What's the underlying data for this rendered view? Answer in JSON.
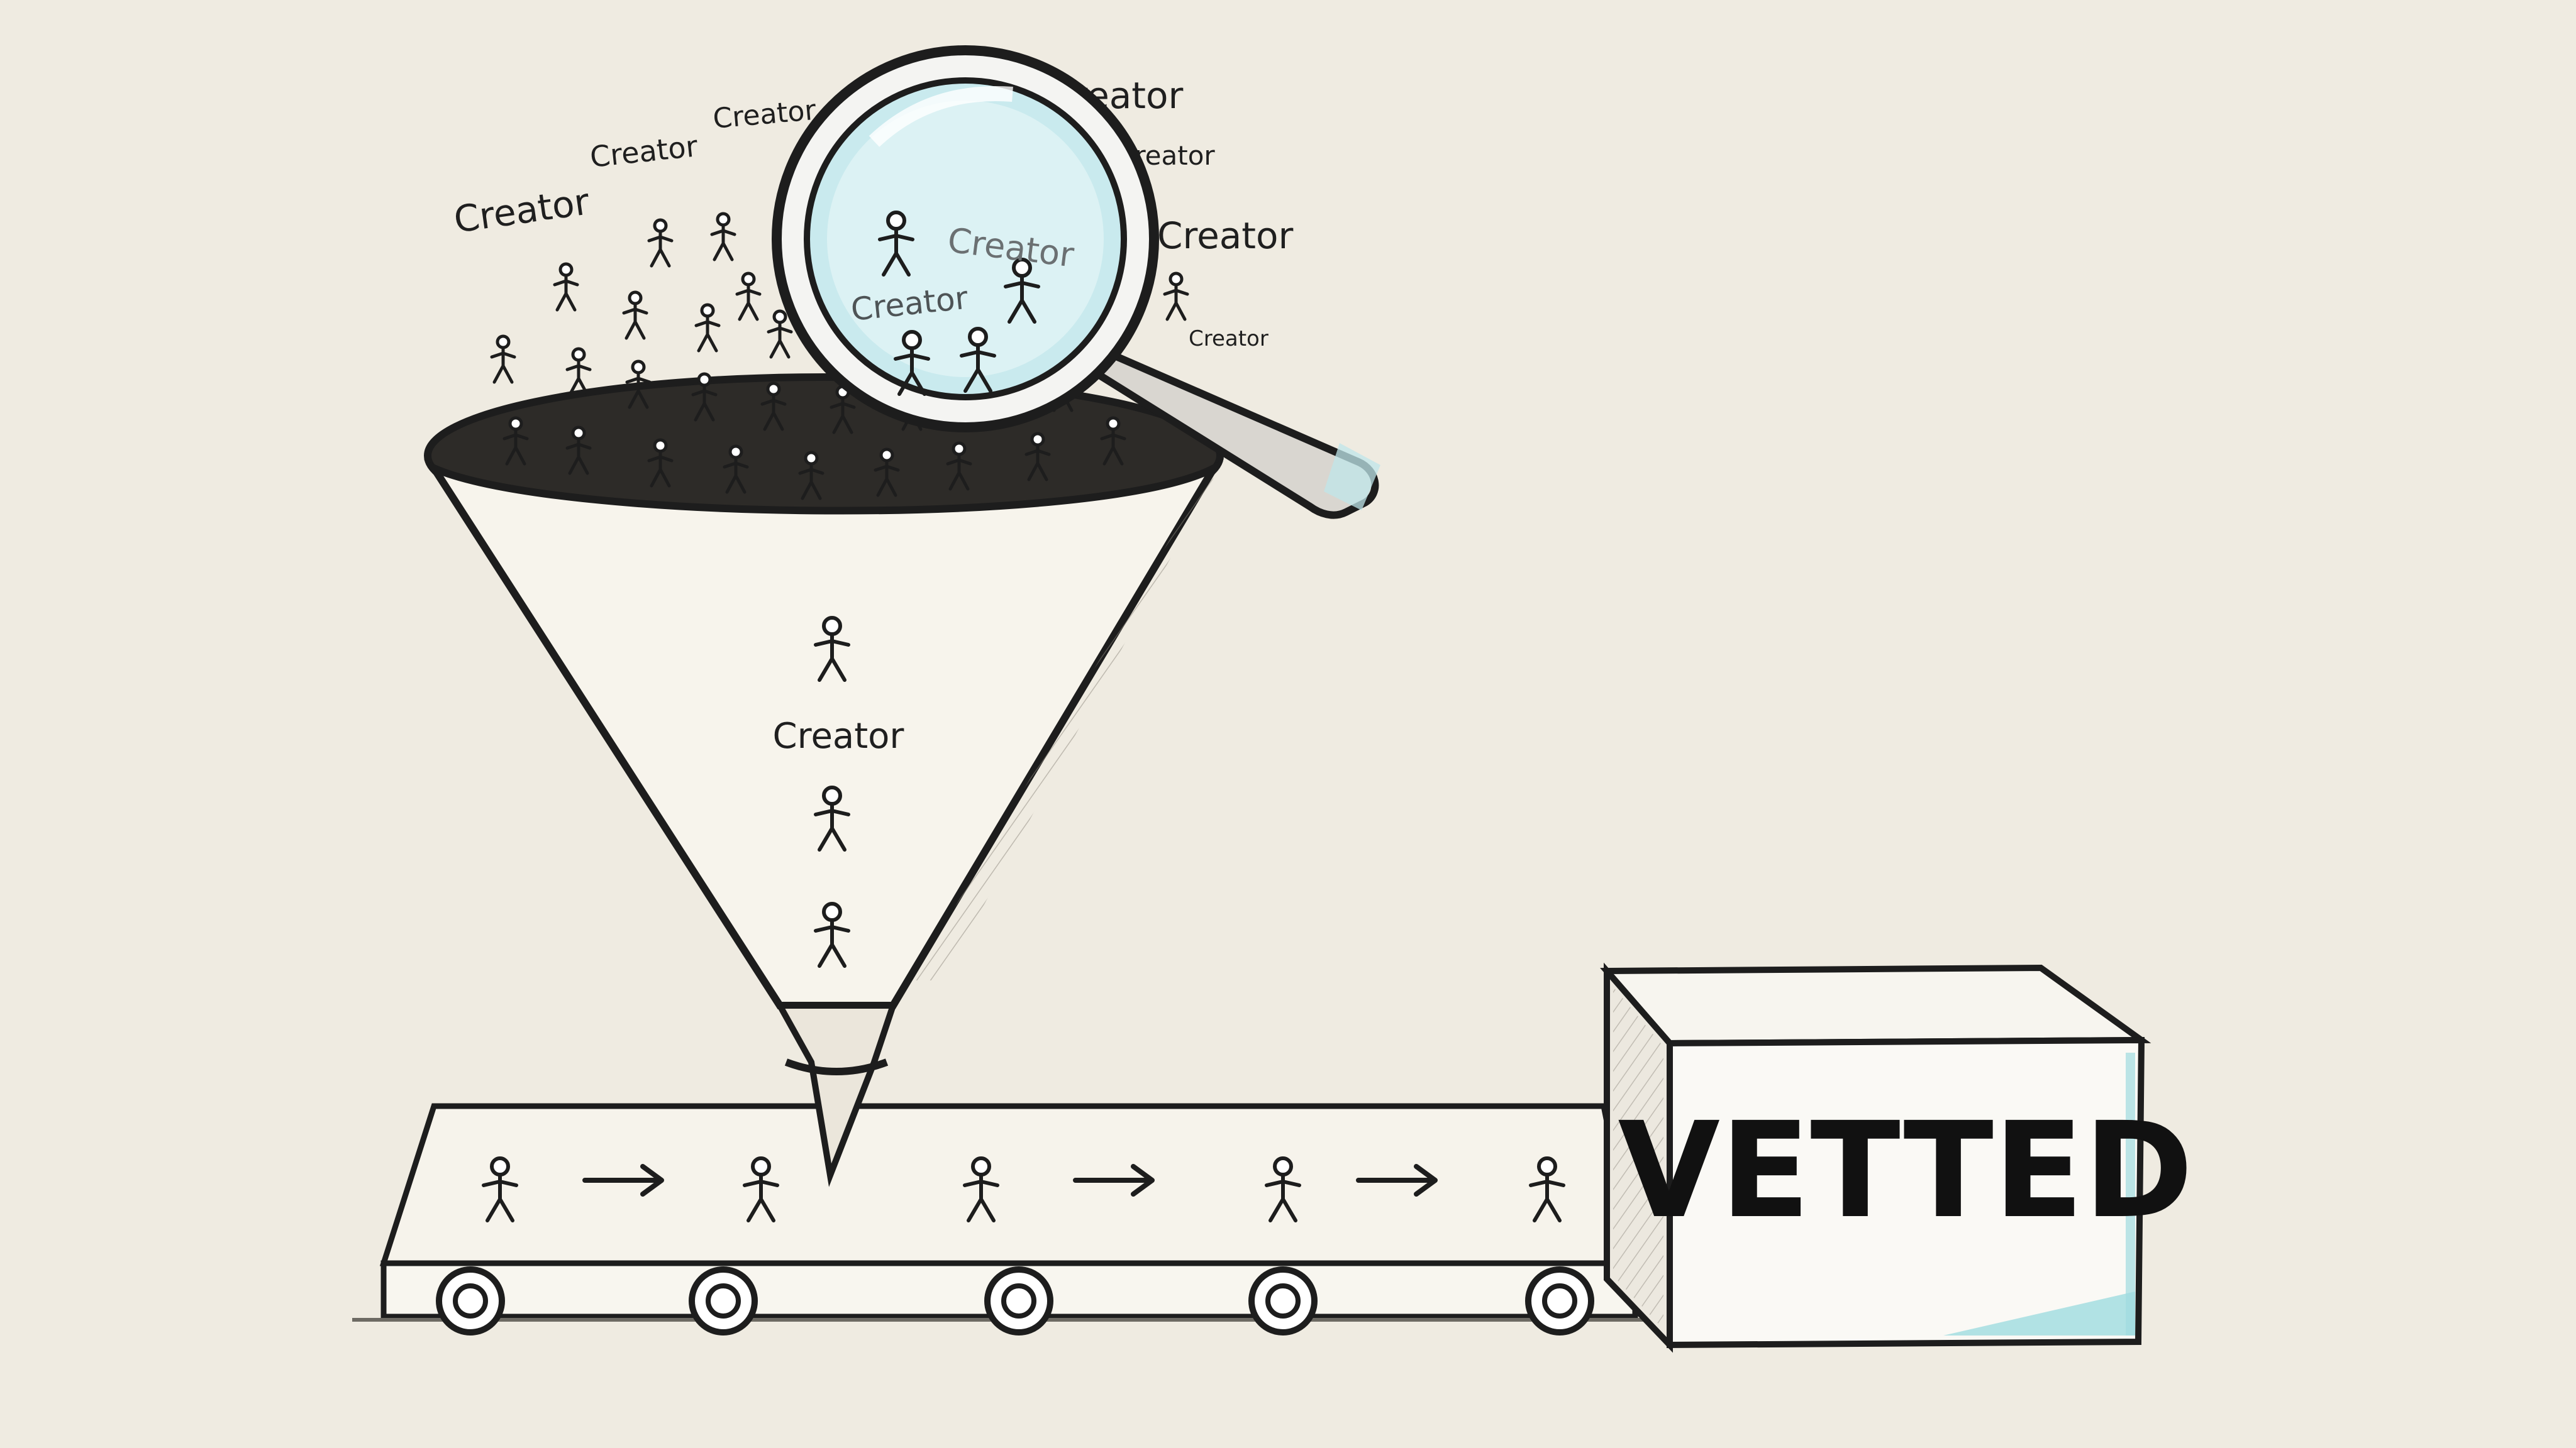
{
  "diagram": {
    "crowd_labels": [
      "Creator",
      "Creator",
      "Creator",
      "Creator",
      "Creator",
      "Creator",
      "Creator"
    ],
    "lens_labels": [
      "Creator",
      "Creator"
    ],
    "funnel_label": "Creator",
    "box_label": "VETTED",
    "colors": {
      "paper": "#efebe1",
      "ink": "#1d1d1d",
      "lens_tint": "#bfe6ea",
      "accent": "#7fd3d8"
    },
    "icons": [
      "magnifying-glass-icon",
      "funnel-icon",
      "conveyor-belt-icon",
      "stick-figure-icon",
      "arrow-right-icon",
      "box-icon"
    ]
  }
}
